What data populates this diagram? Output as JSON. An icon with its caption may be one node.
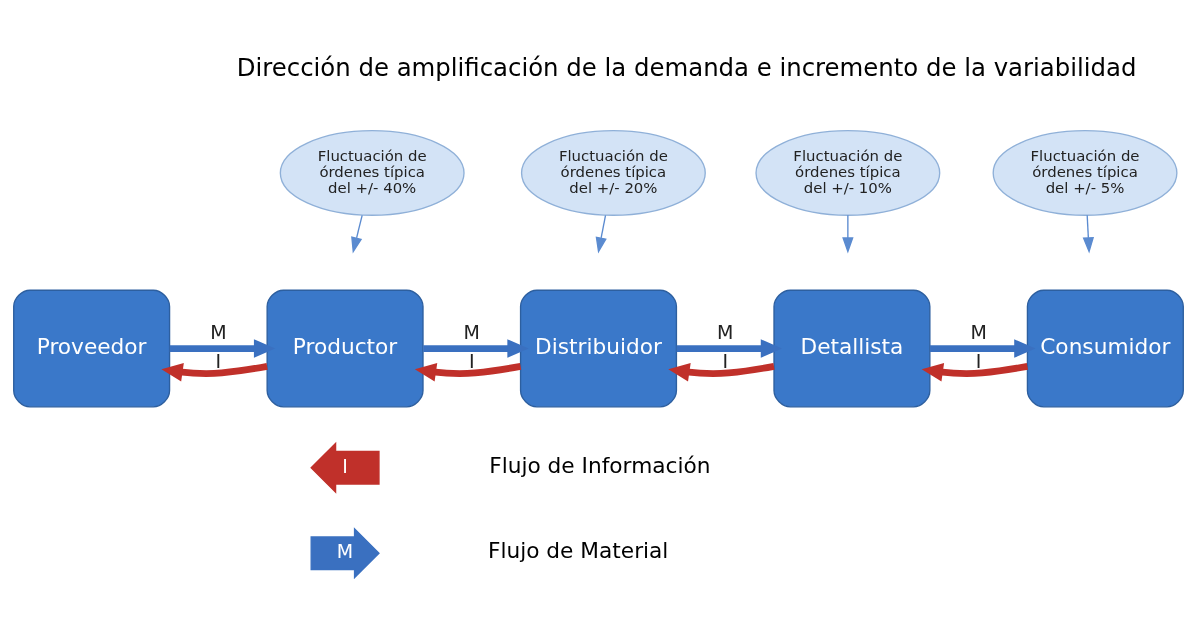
{
  "diagram": {
    "nodes": [
      {
        "text": [
          "Fluctuación de órdenes típica del +/- 40%"
        ]
      },
      {
        "text": [
          "Fluctuación de órdenes típica del +/- 20%"
        ]
      },
      {
        "text": [
          "Fluctuación de órdenes típica del +/- 10%"
        ]
      },
      {
        "text": [
          "Fluctuación de órdenes típica del +/- 5%"
        ]
      },
      {
        "text": [
          "Proveedor"
        ]
      },
      {
        "text": [
          "Productor"
        ]
      },
      {
        "text": [
          "Distribuidor"
        ]
      },
      {
        "text": [
          "Detallista"
        ]
      },
      {
        "text": [
          "Consumidor"
        ]
      }
    ],
    "edges": [
      {
        "from": 0,
        "to": null,
        "arrow": "to"
      },
      {
        "from": 1,
        "to": null,
        "arrow": "to"
      },
      {
        "from": 2,
        "to": null,
        "arrow": "to"
      },
      {
        "from": 3,
        "to": null,
        "arrow": "to"
      },
      {
        "from": 5,
        "to": 4,
        "arrow": "to",
        "label": "I",
        "color": "#c0302a"
      },
      {
        "from": 4,
        "to": 5,
        "arrow": "to",
        "label": "M",
        "color": "#3a70c0"
      },
      {
        "from": 6,
        "to": 5,
        "arrow": "to",
        "label": "I",
        "color": "#c0302a"
      },
      {
        "from": 5,
        "to": 6,
        "arrow": "to",
        "label": "M",
        "color": "#3a70c0"
      },
      {
        "from": 7,
        "to": 6,
        "arrow": "to",
        "label": "I",
        "color": "#c0302a"
      },
      {
        "from": 6,
        "to": 7,
        "arrow": "to",
        "label": "M",
        "color": "#3a70c0"
      },
      {
        "from": 8,
        "to": 7,
        "arrow": "to",
        "label": "I",
        "color": "#c0302a"
      },
      {
        "from": 7,
        "to": 8,
        "arrow": "to",
        "label": "M",
        "color": "#3a70c0"
      }
    ],
    "labels": [
      "Dirección de amplificación de la demanda e incremento de la variabilidad",
      "I",
      "M"
    ],
    "legend": [
      {
        "text": "Flujo de Información"
      },
      {
        "text": "Flujo de Material"
      }
    ]
  }
}
